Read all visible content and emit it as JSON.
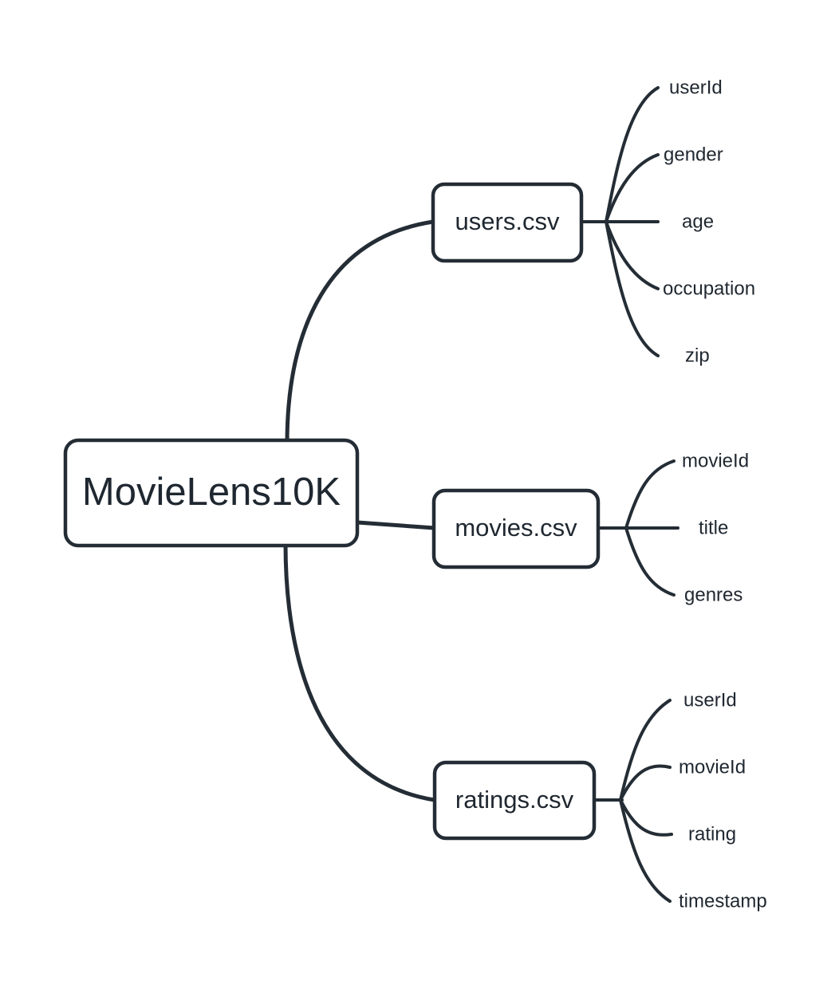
{
  "diagram": {
    "type": "mindmap",
    "title": "MovieLens10K dataset file schema mindmap",
    "colors": {
      "stroke": "#242d35",
      "text": "#1f2730",
      "node_fill": "#ffffff",
      "background": "#ffffff"
    },
    "root": {
      "label": "MovieLens10K"
    },
    "branches": [
      {
        "label": "users.csv",
        "leaves": [
          {
            "label": "userId"
          },
          {
            "label": "gender"
          },
          {
            "label": "age"
          },
          {
            "label": "occupation"
          },
          {
            "label": "zip"
          }
        ]
      },
      {
        "label": "movies.csv",
        "leaves": [
          {
            "label": "movieId"
          },
          {
            "label": "title"
          },
          {
            "label": "genres"
          }
        ]
      },
      {
        "label": "ratings.csv",
        "leaves": [
          {
            "label": "userId"
          },
          {
            "label": "movieId"
          },
          {
            "label": "rating"
          },
          {
            "label": "timestamp"
          }
        ]
      }
    ]
  }
}
